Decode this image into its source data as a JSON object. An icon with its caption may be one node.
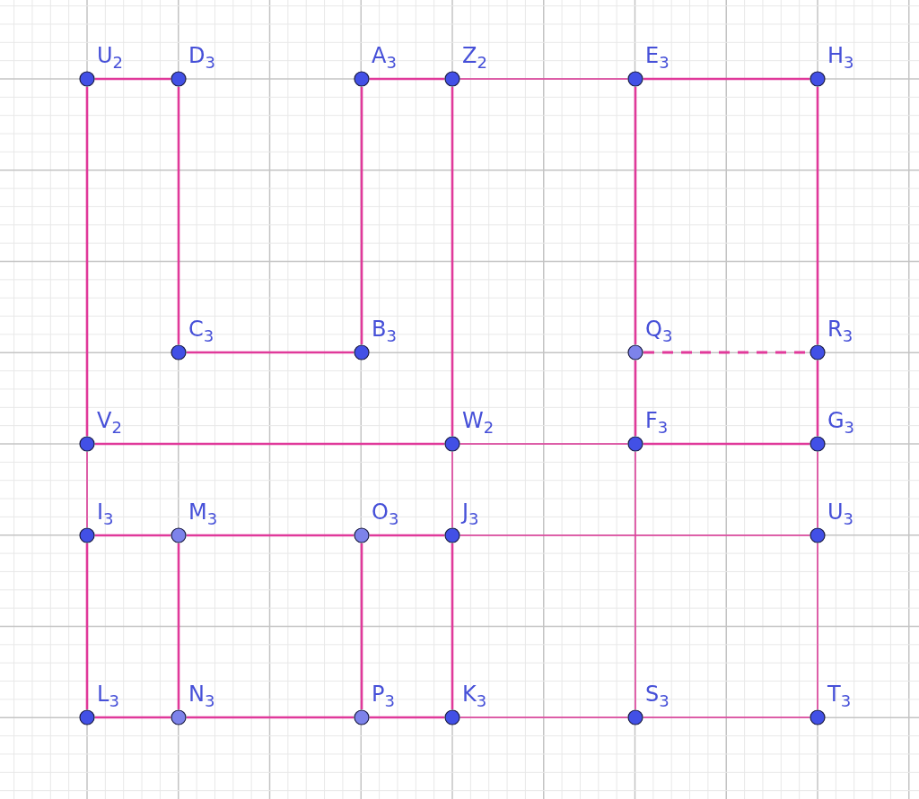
{
  "diagram": {
    "nodes": [
      {
        "text": [
          "U$_{2}$"
        ]
      },
      {
        "text": [
          "D$_{3}$"
        ]
      },
      {
        "text": [
          "A$_{3}$"
        ]
      },
      {
        "text": [
          "Z$_{2}$"
        ]
      },
      {
        "text": [
          "E$_{3}$"
        ]
      },
      {
        "text": [
          "H$_{3}$"
        ]
      },
      {
        "text": [
          "C$_{3}$"
        ]
      },
      {
        "text": [
          "B$_{3}$"
        ]
      },
      {
        "text": [
          "Q$_{3}$"
        ]
      },
      {
        "text": [
          "R$_{3}$"
        ]
      },
      {
        "text": [
          "V$_{2}$"
        ]
      },
      {
        "text": [
          "W$_{2}$"
        ]
      },
      {
        "text": [
          "F$_{3}$"
        ]
      },
      {
        "text": [
          "G$_{3}$"
        ]
      },
      {
        "text": [
          "I$_{3}$"
        ]
      },
      {
        "text": [
          "M$_{3}$"
        ]
      },
      {
        "text": [
          "O$_{3}$"
        ]
      },
      {
        "text": [
          "J$_{3}$"
        ]
      },
      {
        "text": [
          "U$_{3}$"
        ]
      },
      {
        "text": [
          "L$_{3}$"
        ]
      },
      {
        "text": [
          "N$_{3}$"
        ]
      },
      {
        "text": [
          "P$_{3}$"
        ]
      },
      {
        "text": [
          "K$_{3}$"
        ]
      },
      {
        "text": [
          "S$_{3}$"
        ]
      },
      {
        "text": [
          "T$_{3}$"
        ]
      }
    ],
    "edges": [
      {
        "from": 0,
        "to": 1,
        "arrow": "none"
      },
      {
        "from": 1,
        "to": 6,
        "arrow": "none"
      },
      {
        "from": 6,
        "to": 7,
        "arrow": "none"
      },
      {
        "from": 7,
        "to": 2,
        "arrow": "none"
      },
      {
        "from": 2,
        "to": 3,
        "arrow": "none"
      },
      {
        "from": 3,
        "to": 4,
        "arrow": "none"
      },
      {
        "from": 4,
        "to": 5,
        "arrow": "none"
      },
      {
        "from": 0,
        "to": 10,
        "arrow": "none"
      },
      {
        "from": 3,
        "to": 11,
        "arrow": "none"
      },
      {
        "from": 4,
        "to": 8,
        "arrow": "none"
      },
      {
        "from": 8,
        "to": 12,
        "arrow": "none"
      },
      {
        "from": 5,
        "to": 9,
        "arrow": "none"
      },
      {
        "from": 9,
        "to": 13,
        "arrow": "none"
      },
      {
        "from": 8,
        "to": 9,
        "arrow": "none",
        "style": "dashed"
      },
      {
        "from": 10,
        "to": 11,
        "arrow": "none"
      },
      {
        "from": 11,
        "to": 12,
        "arrow": "none"
      },
      {
        "from": 12,
        "to": 13,
        "arrow": "none"
      },
      {
        "from": 10,
        "to": 14,
        "arrow": "none"
      },
      {
        "from": 11,
        "to": 17,
        "arrow": "none"
      },
      {
        "from": 12,
        "to": 23,
        "arrow": "none"
      },
      {
        "from": 13,
        "to": 18,
        "arrow": "none"
      },
      {
        "from": 14,
        "to": 15,
        "arrow": "none"
      },
      {
        "from": 15,
        "to": 16,
        "arrow": "none"
      },
      {
        "from": 16,
        "to": 17,
        "arrow": "none"
      },
      {
        "from": 17,
        "to": 18,
        "arrow": "none"
      },
      {
        "from": 14,
        "to": 19,
        "arrow": "none"
      },
      {
        "from": 15,
        "to": 20,
        "arrow": "none"
      },
      {
        "from": 16,
        "to": 21,
        "arrow": "none"
      },
      {
        "from": 17,
        "to": 22,
        "arrow": "none"
      },
      {
        "from": 18,
        "to": 24,
        "arrow": "none"
      },
      {
        "from": 19,
        "to": 20,
        "arrow": "none"
      },
      {
        "from": 20,
        "to": 21,
        "arrow": "none"
      },
      {
        "from": 21,
        "to": 22,
        "arrow": "none"
      },
      {
        "from": 22,
        "to": 23,
        "arrow": "none"
      },
      {
        "from": 23,
        "to": 24,
        "arrow": "none"
      }
    ]
  }
}
